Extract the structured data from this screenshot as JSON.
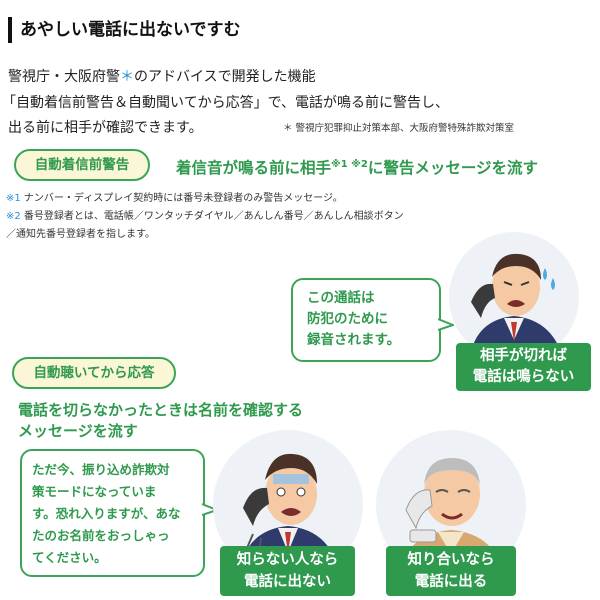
{
  "heading": "あやしい電話に出ないですむ",
  "intro": {
    "line1_pre": "警視庁・大阪府警",
    "line1_mark": "＊",
    "line1_post": "のアドバイスで開発した機能",
    "line2": "「自動着信前警告＆自動聞いてから応答」で、電話が鳴る前に警告し、",
    "line3": "出る前に相手が確認できます。",
    "footnote": "＊ 警視庁犯罪抑止対策本部、大阪府警特殊詐欺対策室"
  },
  "section1": {
    "label": "自動着信前警告",
    "headline_pre": "着信音が鳴る前に相手",
    "headline_sup": "※1 ※2",
    "headline_post": "に警告メッセージを流す",
    "note1_mark": "※1",
    "note1": " ナンバー・ディスプレイ契約時には番号未登録者のみ警告メッセージ。",
    "note2_mark": "※2",
    "note2": " 番号登録者とは、電話帳／ワンタッチダイヤル／あんしん番号／あんしん相談ボタン",
    "note3": "／通知先番号登録者を指します。",
    "bubble": [
      "この通話は",
      "防犯のために",
      "録音されます。"
    ],
    "result": [
      "相手が切れば",
      "電話は鳴らない"
    ]
  },
  "section2": {
    "label": "自動聴いてから応答",
    "headline": [
      "電話を切らなかったときは名前を確認する",
      "メッセージを流す"
    ],
    "bubble": [
      "ただ今、振り込め詐欺対",
      "策モードになっていま",
      "す。恐れ入りますが、あな",
      "たのお名前をおっしゃっ",
      "てください。"
    ],
    "result_left": [
      "知らない人なら",
      "電話に出ない"
    ],
    "result_right": [
      "知り合いなら",
      "電話に出る"
    ]
  },
  "colors": {
    "accent_green": "#2f9a4e",
    "pill_fill": "#fbf6d5",
    "asterisk_blue": "#2b8fd8"
  }
}
